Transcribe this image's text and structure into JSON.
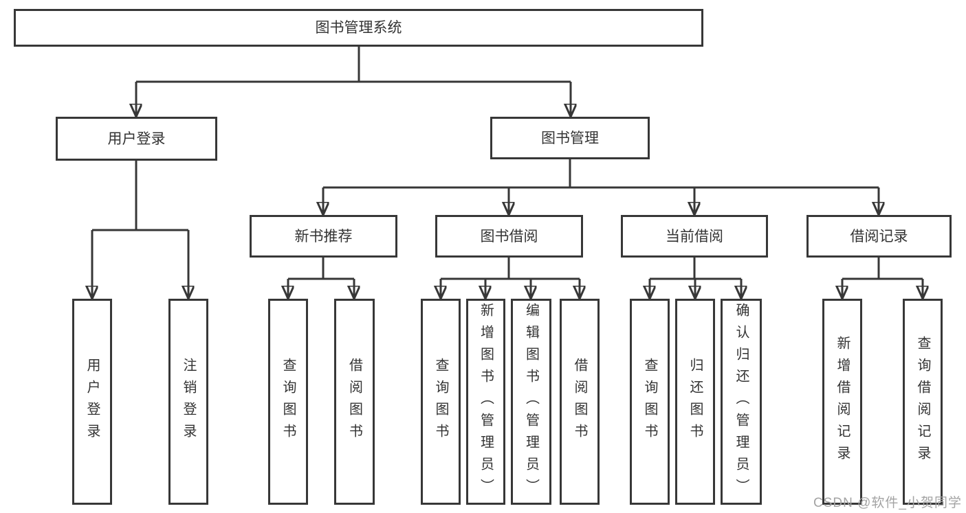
{
  "tree": {
    "root": {
      "label": "图书管理系统",
      "children": [
        {
          "label": "用户登录",
          "children": [
            {
              "label": "用户登录"
            },
            {
              "label": "注销登录"
            }
          ]
        },
        {
          "label": "图书管理",
          "children": [
            {
              "label": "新书推荐",
              "children": [
                {
                  "label": "查询图书"
                },
                {
                  "label": "借阅图书"
                }
              ]
            },
            {
              "label": "图书借阅",
              "children": [
                {
                  "label": "查询图书"
                },
                {
                  "label": "新增图书（管理员）"
                },
                {
                  "label": "编辑图书（管理员）"
                },
                {
                  "label": "借阅图书"
                }
              ]
            },
            {
              "label": "当前借阅",
              "children": [
                {
                  "label": "查询图书"
                },
                {
                  "label": "归还图书"
                },
                {
                  "label": "确认归还（管理员）"
                }
              ]
            },
            {
              "label": "借阅记录",
              "children": [
                {
                  "label": "新增借阅记录"
                },
                {
                  "label": "查询借阅记录"
                }
              ]
            }
          ]
        }
      ]
    }
  },
  "watermark": {
    "text": "CSDN @软件_小贺同学"
  },
  "colors": {
    "line": "#373737",
    "box_border": "#373737",
    "box_fill": "#ffffff",
    "text": "#333333",
    "watermark": "#a3a3a3",
    "background": "#ffffff"
  }
}
